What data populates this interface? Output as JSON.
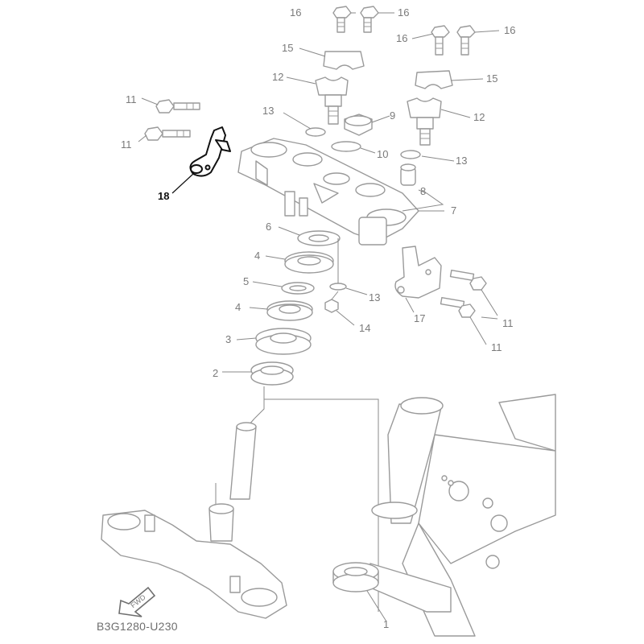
{
  "diagram_code": "B3G1280-U230",
  "fwd_label": "FWD",
  "highlighted_part": "18",
  "callouts": {
    "c16a": "16",
    "c16b": "16",
    "c16c": "16",
    "c16d": "16",
    "c15a": "15",
    "c15b": "15",
    "c12a": "12",
    "c12b": "12",
    "c13a": "13",
    "c13b": "13",
    "c13c": "13",
    "c11a": "11",
    "c11b": "11",
    "c11c": "11",
    "c11d": "11",
    "c9": "9",
    "c10": "10",
    "c8": "8",
    "c7": "7",
    "c6": "6",
    "c4a": "4",
    "c4b": "4",
    "c5": "5",
    "c3": "3",
    "c2": "2",
    "c1": "1",
    "c14": "14",
    "c17": "17",
    "c18": "18"
  }
}
